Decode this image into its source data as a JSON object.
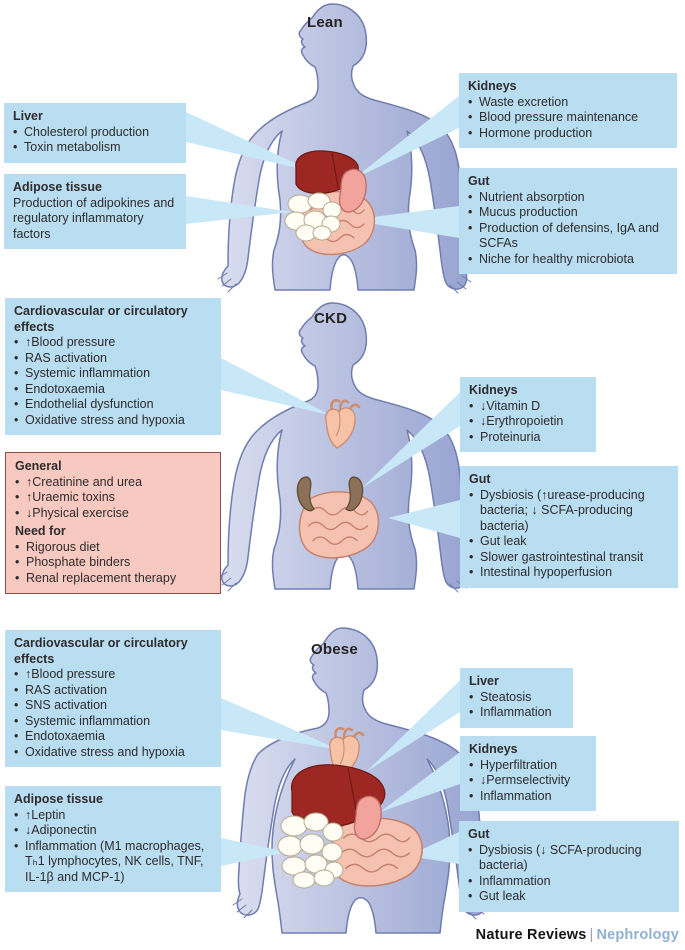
{
  "bullet_char": "•",
  "colors": {
    "callout_blue": "#b9ddf1",
    "beam_blue": "#c8e7f7",
    "general_pink": "#f7c9c0",
    "general_border": "#8a5048",
    "body_fill_light": "#d9ddef",
    "body_fill_dark": "#98a4d1",
    "body_outline": "#707daf",
    "text": "#2e2c2d",
    "footer_brand": "#141414",
    "footer_journal": "#8fb0d2"
  },
  "footer": {
    "brand": "Nature Reviews",
    "separator": "|",
    "journal": "Nephrology"
  },
  "sections": {
    "lean": {
      "label": "Lean",
      "boxes": {
        "liver": {
          "title": "Liver",
          "items": [
            "Cholesterol production",
            "Toxin metabolism"
          ]
        },
        "adipose": {
          "title": "Adipose tissue",
          "text": "Production of adipokines and regulatory inflammatory factors"
        },
        "kidneys": {
          "title": "Kidneys",
          "items": [
            "Waste excretion",
            "Blood pressure maintenance",
            "Hormone production"
          ]
        },
        "gut": {
          "title": "Gut",
          "items": [
            "Nutrient absorption",
            "Mucus production",
            "Production of defensins, IgA and SCFAs",
            "Niche for healthy microbiota"
          ]
        }
      }
    },
    "ckd": {
      "label": "CKD",
      "boxes": {
        "cardio": {
          "title": "Cardiovascular or circulatory effects",
          "items": [
            "↑Blood pressure",
            "RAS activation",
            "Systemic inflammation",
            "Endotoxaemia",
            "Endothelial dysfunction",
            "Oxidative stress and hypoxia"
          ]
        },
        "general": {
          "title": "General",
          "items": [
            "↑Creatinine and urea",
            "↑Uraemic toxins",
            "↓Physical exercise"
          ],
          "subtitle": "Need for",
          "need_items": [
            "Rigorous diet",
            "Phosphate binders",
            "Renal replacement therapy"
          ]
        },
        "kidneys": {
          "title": "Kidneys",
          "items": [
            "↓Vitamin D",
            "↓Erythropoietin",
            "Proteinuria"
          ]
        },
        "gut": {
          "title": "Gut",
          "items": [
            "Dysbiosis (↑urease-producing bacteria; ↓ SCFA-producing bacteria)",
            "Gut leak",
            "Slower gastrointestinal transit",
            "Intestinal hypoperfusion"
          ]
        }
      }
    },
    "obese": {
      "label": "Obese",
      "boxes": {
        "cardio": {
          "title": "Cardiovascular or circulatory effects",
          "items": [
            "↑Blood pressure",
            "RAS activation",
            "SNS activation",
            "Systemic inflammation",
            "Endotoxaemia",
            "Oxidative stress and hypoxia"
          ]
        },
        "adipose": {
          "title": "Adipose tissue",
          "items": [
            "↑Leptin",
            "↓Adiponectin",
            "Inflammation (M1 macrophages, Tₕ1 lymphocytes, NK cells, TNF, IL-1β and MCP-1)"
          ]
        },
        "liver": {
          "title": "Liver",
          "items": [
            "Steatosis",
            "Inflammation"
          ]
        },
        "kidneys": {
          "title": "Kidneys",
          "items": [
            "Hyperfiltration",
            "↓Permselectivity",
            "Inflammation"
          ]
        },
        "gut": {
          "title": "Gut",
          "items": [
            "Dysbiosis (↓ SCFA-producing bacteria)",
            "Inflammation",
            "Gut leak"
          ]
        }
      }
    }
  }
}
